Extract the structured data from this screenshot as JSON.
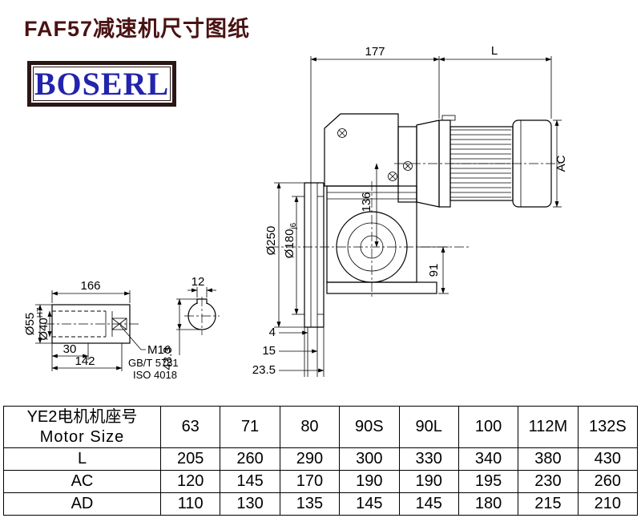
{
  "page": {
    "title": "FAF57减速机尺寸图纸",
    "logo": "BOSERL"
  },
  "drawing": {
    "main": {
      "width_dim": "177",
      "length_dim": "L",
      "height_dim": "AC",
      "flange_dia": "Ø250",
      "spigot_dia": "Ø180",
      "spigot_tol": "j6",
      "axis_height": "136",
      "base_height": "91",
      "offset_a": "4",
      "offset_b": "15",
      "offset_c": "23.5"
    },
    "shaft": {
      "length": "166",
      "keyway_width": "12",
      "thread_depth": "30",
      "hub_length": "142",
      "outer_dia": "Ø55",
      "bore_dia": "Ø40",
      "bore_tol": "H7",
      "thread": "M16",
      "standard_1": "GB/T 5781",
      "standard_2": "ISO 4018",
      "keyway_height": "43.3"
    }
  },
  "table": {
    "header_cn": "YE2电机机座号",
    "header_en": "Motor Size",
    "sizes": [
      "63",
      "71",
      "80",
      "90S",
      "90L",
      "100",
      "112M",
      "132S"
    ],
    "rows": [
      {
        "label": "L",
        "values": [
          "205",
          "260",
          "290",
          "300",
          "330",
          "340",
          "380",
          "430"
        ]
      },
      {
        "label": "AC",
        "values": [
          "120",
          "145",
          "170",
          "190",
          "190",
          "195",
          "230",
          "260"
        ]
      },
      {
        "label": "AD",
        "values": [
          "110",
          "130",
          "135",
          "145",
          "145",
          "180",
          "215",
          "210"
        ]
      }
    ]
  }
}
